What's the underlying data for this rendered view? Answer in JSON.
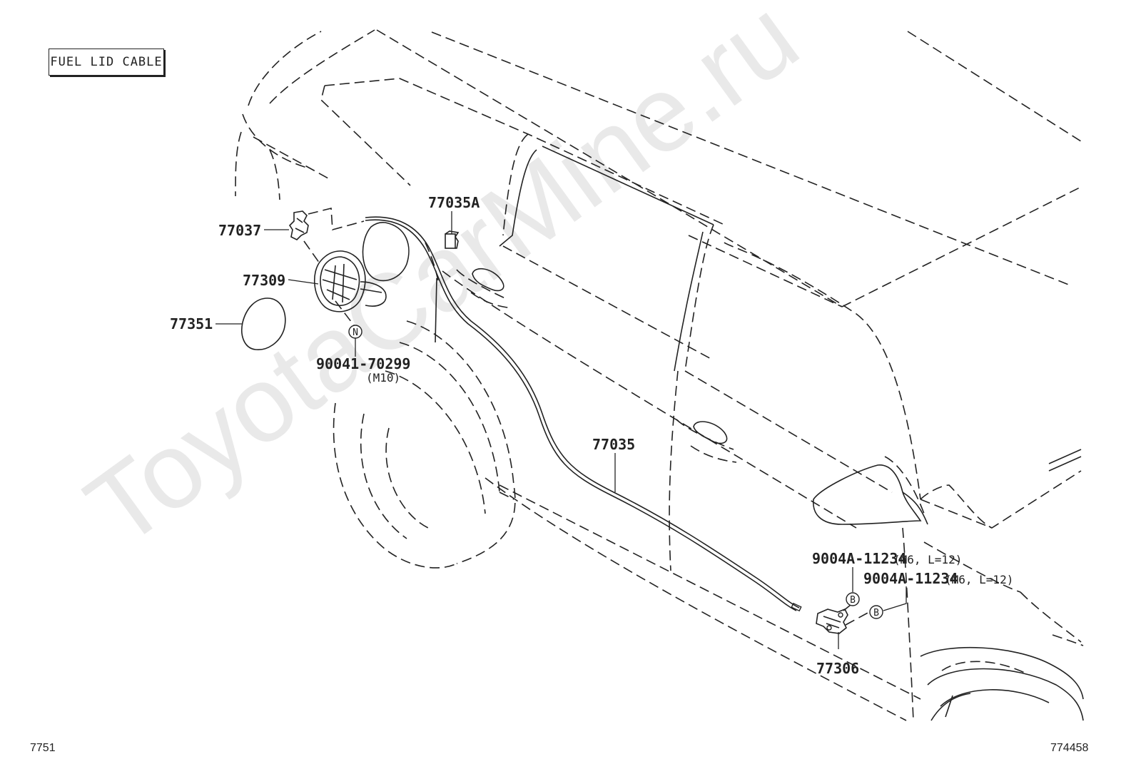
{
  "title": "FUEL LID CABLE",
  "watermark": "ToyotaCarMine.ru",
  "footer": {
    "left": "7751",
    "right": "774458"
  },
  "parts": {
    "p77037": "77037",
    "p77309": "77309",
    "p77351": "77351",
    "p77035A": "77035A",
    "p77035": "77035",
    "p77306": "77306",
    "bolt_n": "90041-70299",
    "bolt_n_spec": "(M10)",
    "bolt_b1": "9004A-11234",
    "bolt_b1_spec": "(M6, L=12)",
    "bolt_b2": "9004A-11234",
    "bolt_b2_spec": "(M6, L=12)"
  },
  "markers": {
    "n": "N",
    "b1": "B",
    "b2": "B"
  },
  "icons": {
    "fuel_lid": "fuel-lid-icon",
    "opener": "lid-opener-icon",
    "clip": "cable-clip-icon",
    "hinge": "hinge-icon"
  }
}
